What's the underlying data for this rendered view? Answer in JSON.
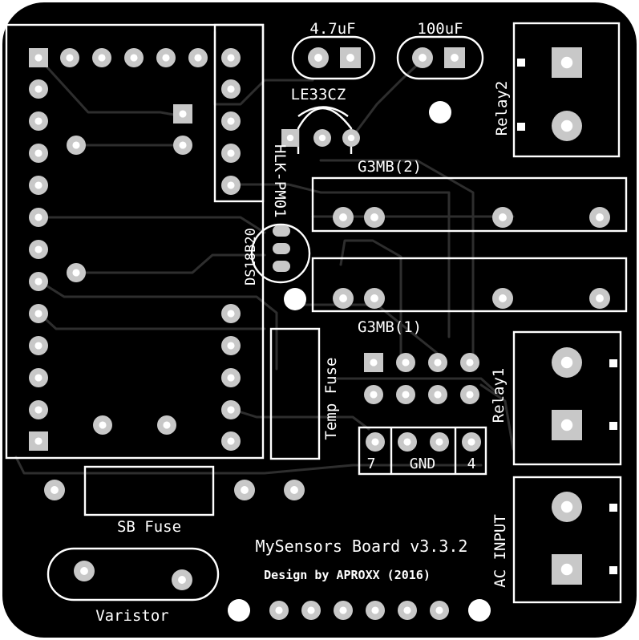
{
  "board": {
    "title": "MySensors Board v3.3.2",
    "credit": "Design by APROXX (2016)"
  },
  "labels": {
    "cap_small": "4.7uF",
    "cap_large": "100uF",
    "regulator": "LE33CZ",
    "power_module": "HLK-PM01",
    "temp_sensor": "DS18B20",
    "ssr_top": "G3MB(2)",
    "ssr_bottom": "G3MB(1)",
    "relay_top": "Relay2",
    "relay_bottom": "Relay1",
    "ac_input": "AC INPUT",
    "temp_fuse": "Temp Fuse",
    "sb_fuse": "SB Fuse",
    "varistor": "Varistor",
    "header_pin_left": "7",
    "header_pin_mid": "GND",
    "header_pin_right": "4"
  },
  "colors": {
    "board": "#000000",
    "silkscreen": "#ffffff",
    "pad": "#c8c8c8",
    "trace": "#2e2e2e"
  }
}
